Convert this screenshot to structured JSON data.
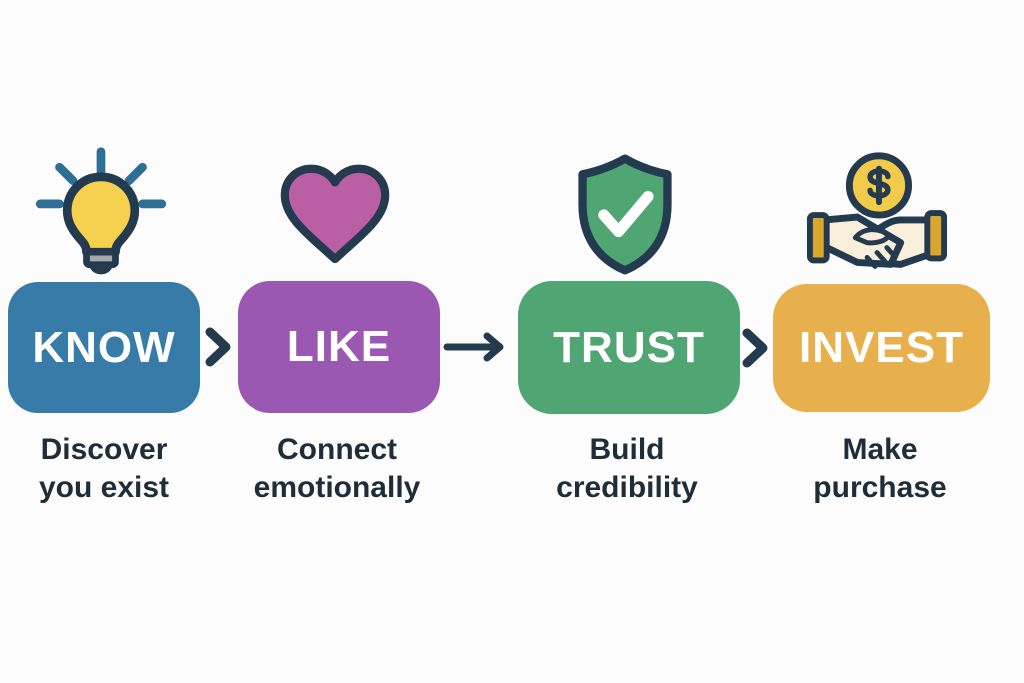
{
  "diagram_title": "Know Like Trust Invest funnel",
  "colors": {
    "bg": "#fcfcfc",
    "ink": "#1f2d38",
    "navy": "#243a4e",
    "ray_teal": "#2e6f96",
    "bulb_yellow": "#f6d14d",
    "base_gray": "#a7a7ac",
    "heart_pink": "#bb5fa4",
    "shield_green": "#4fa673",
    "coin_yellow": "#f2cb4b",
    "hand_cream": "#f9efda",
    "cuff_gold": "#d9a62e",
    "stage_know": "#377ca8",
    "stage_like": "#9a58b2",
    "stage_trust": "#4fa673",
    "stage_invest": "#e8b04c"
  },
  "stages": [
    {
      "label": "KNOW",
      "color": "#377ca8",
      "icon": "lightbulb-icon",
      "sub_line1": "Discover",
      "sub_line2": "you exist"
    },
    {
      "label": "LIKE",
      "color": "#9a58b2",
      "icon": "heart-icon",
      "sub_line1": "Connect",
      "sub_line2": "emotionally"
    },
    {
      "label": "TRUST",
      "color": "#4fa673",
      "icon": "shield-check-icon",
      "sub_line1": "Build",
      "sub_line2": "credibility"
    },
    {
      "label": "INVEST",
      "color": "#e8b04c",
      "icon": "handshake-dollar-icon",
      "sub_line1": "Make",
      "sub_line2": "purchase"
    }
  ],
  "connectors": [
    {
      "type": "chevron"
    },
    {
      "type": "arrow"
    },
    {
      "type": "chevron"
    }
  ]
}
